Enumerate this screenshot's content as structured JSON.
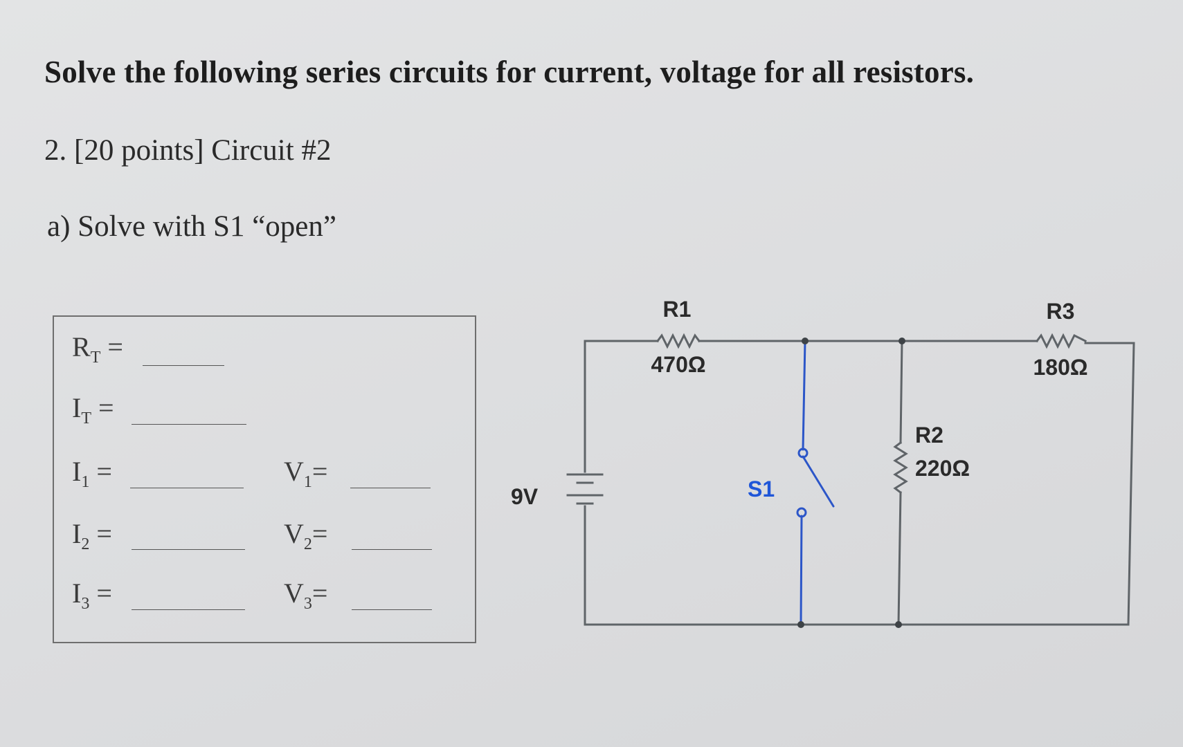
{
  "document": {
    "heading": "Solve the following series circuits for current, voltage for all resistors.",
    "problem": "2. [20 points] Circuit #2",
    "part": "a) Solve with S1 “open”"
  },
  "answer_box": {
    "rows": [
      {
        "label": "R",
        "sub": "T",
        "eq": " ="
      },
      {
        "label": "I",
        "sub": "T",
        "eq": " ="
      },
      {
        "label": "I",
        "sub": "1",
        "eq": " ="
      },
      {
        "label": "I",
        "sub": "2",
        "eq": " ="
      },
      {
        "label": "I",
        "sub": "3",
        "eq": " ="
      }
    ],
    "voltages": [
      {
        "label": "V",
        "sub": "1",
        "eq": "="
      },
      {
        "label": "V",
        "sub": "2",
        "eq": "="
      },
      {
        "label": "V",
        "sub": "3",
        "eq": "="
      }
    ]
  },
  "circuit": {
    "source": "9V",
    "r1": {
      "name": "R1",
      "value": "470Ω"
    },
    "r2": {
      "name": "R2",
      "value": "220Ω"
    },
    "r3": {
      "name": "R3",
      "value": "180Ω"
    },
    "switch": {
      "name": "S1"
    },
    "colors": {
      "wire_gray": "#5f6468",
      "wire_blue": "#2c56c8",
      "label_blue": "#1f56d8"
    }
  }
}
